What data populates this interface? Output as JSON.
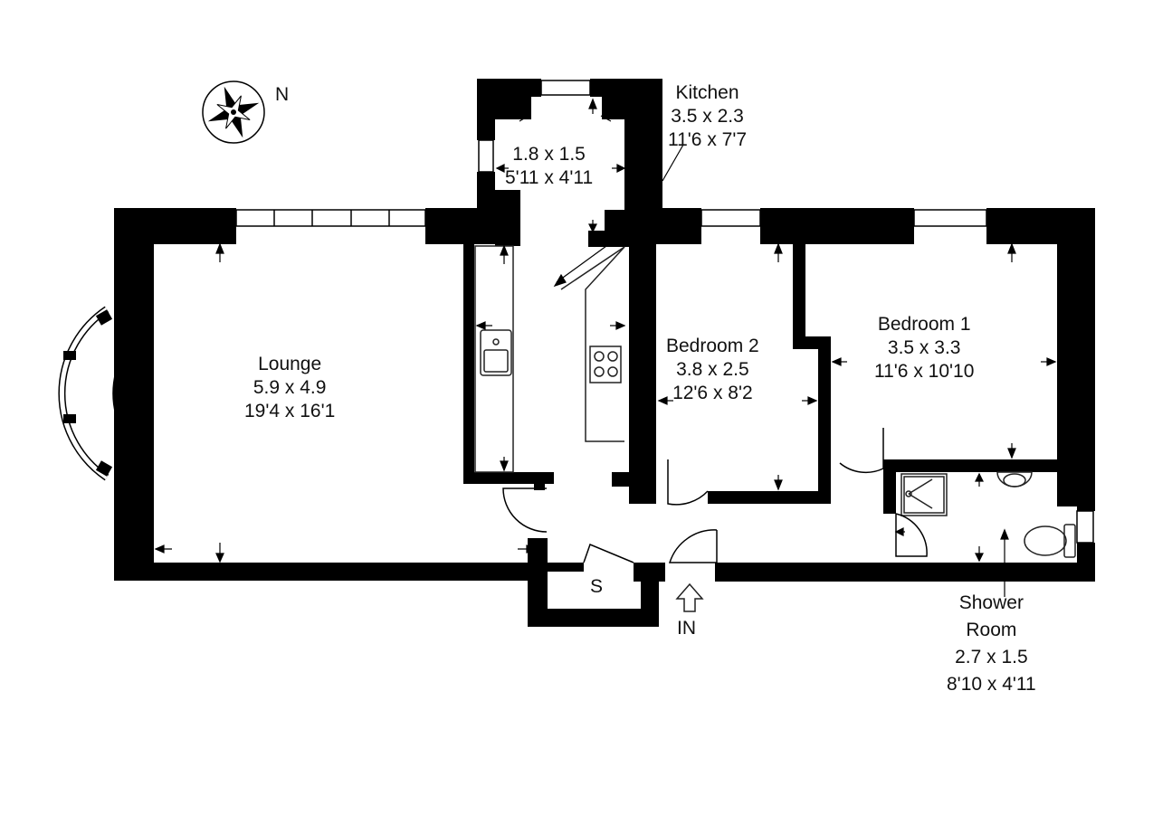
{
  "compass": {
    "label": "N",
    "icon": "compass-rose-icon"
  },
  "entrance": {
    "label": "IN",
    "icon": "arrow-up-icon"
  },
  "store": {
    "label": "S"
  },
  "rooms": {
    "lounge": {
      "name": "Lounge",
      "metric": "5.9 x 4.9",
      "imperial": "19'4 x 16'1"
    },
    "kitchen": {
      "name": "Kitchen",
      "metric": "3.5 x 2.3",
      "imperial": "11'6 x 7'7"
    },
    "kitchen_bay": {
      "metric": "1.8 x 1.5",
      "imperial": "5'11 x 4'11"
    },
    "bedroom2": {
      "name": "Bedroom 2",
      "metric": "3.8 x 2.5",
      "imperial": "12'6 x 8'2"
    },
    "bedroom1": {
      "name": "Bedroom 1",
      "metric": "3.5 x 3.3",
      "imperial": "11'6 x 10'10"
    },
    "shower": {
      "name_line1": "Shower",
      "name_line2": "Room",
      "metric": "2.7 x 1.5",
      "imperial": "8'10 x 4'11"
    }
  },
  "colors": {
    "wall": "#000000",
    "background": "#ffffff",
    "fixture": "#333333"
  }
}
